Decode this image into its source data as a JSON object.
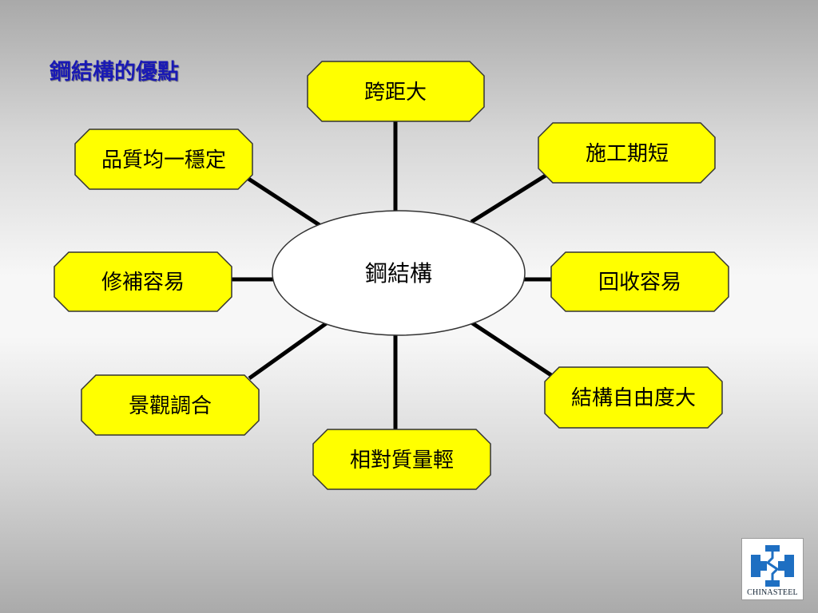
{
  "slide": {
    "title": "鋼結構的優點"
  },
  "diagram": {
    "center": "鋼結構",
    "nodes": [
      "跨距大",
      "施工期短",
      "回收容易",
      "結構自由度大",
      "相對質量輕",
      "景觀調合",
      "修補容易",
      "品質均一穩定"
    ],
    "colors": {
      "node_fill": "#ffff00",
      "node_border": "#333333",
      "connector": "#000000",
      "center_fill": "#ffffff",
      "title": "#1a1ab4"
    }
  },
  "logo": {
    "text": "CHINASTEEL",
    "icon": "chinasteel-logo-icon"
  }
}
